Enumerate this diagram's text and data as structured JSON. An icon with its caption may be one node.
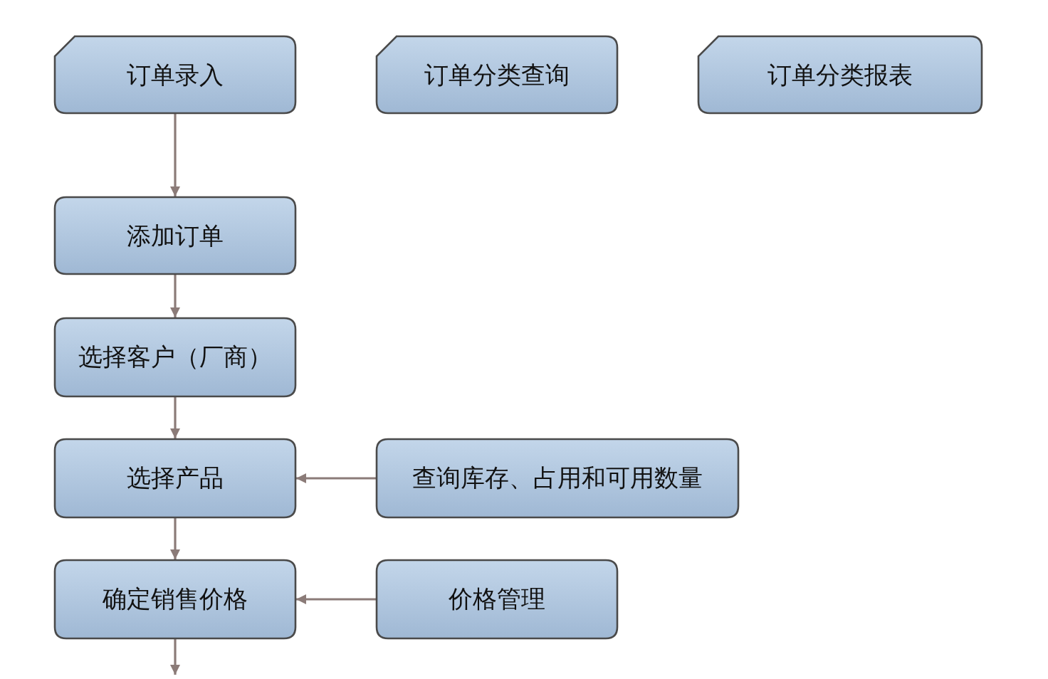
{
  "diagram": {
    "nodes": [
      {
        "text": [
          "订单录入"
        ]
      },
      {
        "text": [
          "订单分类查询"
        ]
      },
      {
        "text": [
          "订单分类报表"
        ]
      },
      {
        "text": [
          "添加订单"
        ]
      },
      {
        "text": [
          "选择客户（厂商）"
        ]
      },
      {
        "text": [
          "选择产品"
        ]
      },
      {
        "text": [
          "查询库存、占用和可用数量"
        ]
      },
      {
        "text": [
          "确定销售价格"
        ]
      },
      {
        "text": [
          "价格管理"
        ]
      }
    ],
    "edges": [
      {
        "from": 0,
        "to": 3,
        "arrow": "to"
      },
      {
        "from": 3,
        "to": 4,
        "arrow": "to"
      },
      {
        "from": 4,
        "to": 5,
        "arrow": "to"
      },
      {
        "from": 6,
        "to": 5,
        "arrow": "to"
      },
      {
        "from": 5,
        "to": 7,
        "arrow": "to"
      },
      {
        "from": 8,
        "to": 7,
        "arrow": "to"
      },
      {
        "from": 7,
        "to": null,
        "arrow": "to"
      }
    ]
  }
}
